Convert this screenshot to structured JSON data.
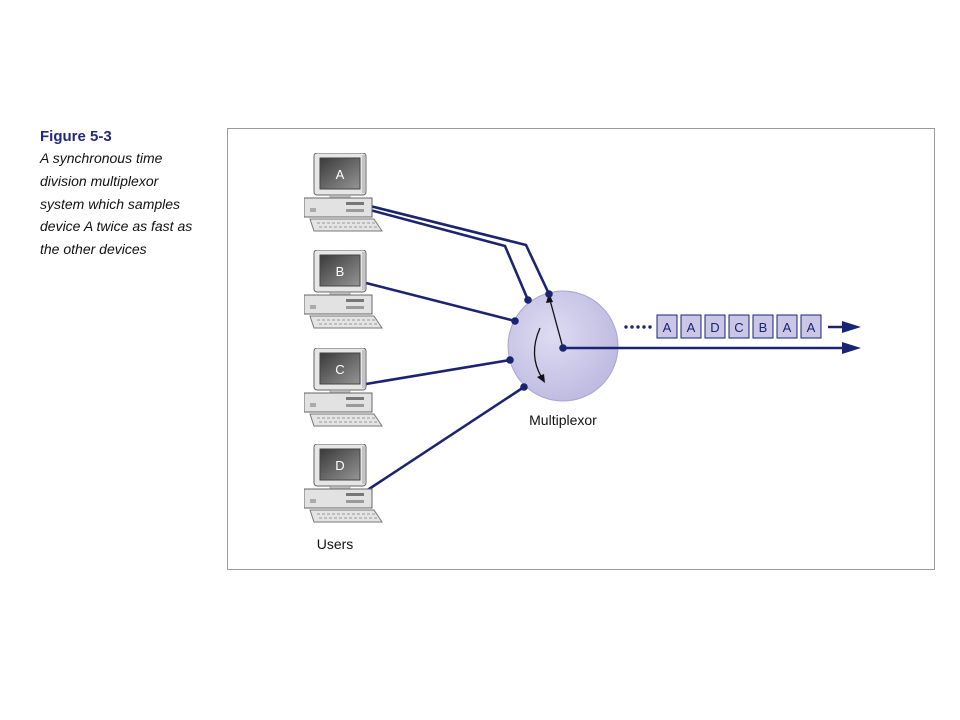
{
  "caption": {
    "figure_label": "Figure 5-3",
    "lines": [
      "A synchronous time",
      "division multiplexor",
      "system which samples",
      "device A twice as fast as",
      "the other devices"
    ]
  },
  "diagram": {
    "devices": [
      {
        "label": "A"
      },
      {
        "label": "B"
      },
      {
        "label": "C"
      },
      {
        "label": "D"
      }
    ],
    "devices_label": "Users",
    "multiplexor_label": "Multiplexor",
    "output_stream": [
      "A",
      "A",
      "D",
      "C",
      "B",
      "A",
      "A"
    ]
  },
  "icons": {
    "device": "computer-icon"
  },
  "colors": {
    "accent": "#1b2470",
    "multiplexor_fill": "#c9c6e6",
    "frame": "#9a9a9a"
  }
}
